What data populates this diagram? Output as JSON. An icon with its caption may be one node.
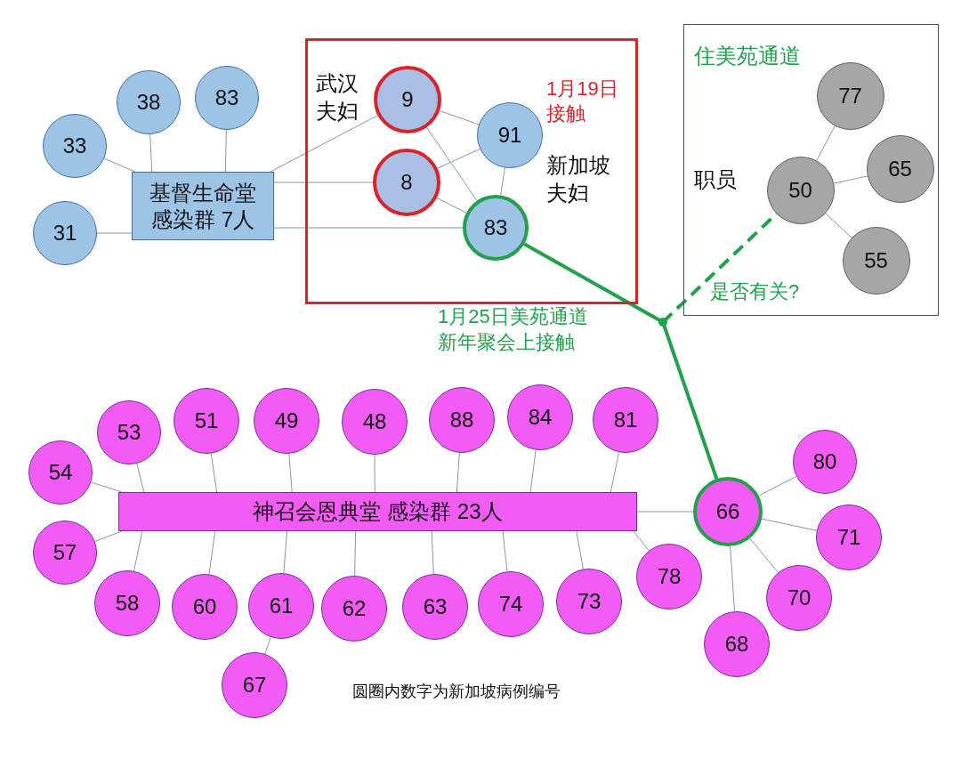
{
  "diagram": {
    "nodes": [
      {
        "text": [
          "1月19日接触"
        ]
      },
      {
        "text": [
          "9"
        ],
        "in": 0
      },
      {
        "text": [
          "8"
        ],
        "in": 0
      },
      {
        "text": [
          "91"
        ],
        "in": 0
      },
      {
        "text": [
          "83"
        ],
        "in": 0
      },
      {
        "text": [
          "基督生命堂感染群 7人"
        ]
      },
      {
        "text": [
          "33"
        ]
      },
      {
        "text": [
          "38"
        ]
      },
      {
        "text": [
          "83"
        ]
      },
      {
        "text": [
          "31"
        ]
      },
      {
        "text": [
          "住美苑通道"
        ]
      },
      {
        "text": [
          "77"
        ],
        "in": 10
      },
      {
        "text": [
          "50"
        ],
        "in": 10,
        "beside": [
          "职员"
        ]
      },
      {
        "text": [
          "65"
        ],
        "in": 10
      },
      {
        "text": [
          "55"
        ],
        "in": 10
      },
      {
        "text": [],
        "shape": "point"
      },
      {
        "text": [
          "神召会恩典堂 感染群 23人"
        ]
      },
      {
        "text": [
          "66"
        ]
      },
      {
        "text": [
          "53"
        ]
      },
      {
        "text": [
          "51"
        ]
      },
      {
        "text": [
          "49"
        ]
      },
      {
        "text": [
          "48"
        ]
      },
      {
        "text": [
          "88"
        ]
      },
      {
        "text": [
          "84"
        ]
      },
      {
        "text": [
          "81"
        ]
      },
      {
        "text": [
          "54"
        ]
      },
      {
        "text": [
          "57"
        ]
      },
      {
        "text": [
          "58"
        ]
      },
      {
        "text": [
          "60"
        ]
      },
      {
        "text": [
          "61"
        ]
      },
      {
        "text": [
          "62"
        ]
      },
      {
        "text": [
          "63"
        ]
      },
      {
        "text": [
          "74"
        ]
      },
      {
        "text": [
          "73"
        ]
      },
      {
        "text": [
          "78"
        ]
      },
      {
        "text": [
          "67"
        ]
      },
      {
        "text": [
          "80"
        ]
      },
      {
        "text": [
          "71"
        ]
      },
      {
        "text": [
          "70"
        ]
      },
      {
        "text": [
          "68"
        ]
      }
    ],
    "edges": [
      {
        "from": 5,
        "to": 6,
        "arrow": "none"
      },
      {
        "from": 5,
        "to": 7,
        "arrow": "none"
      },
      {
        "from": 5,
        "to": 8,
        "arrow": "none"
      },
      {
        "from": 5,
        "to": 9,
        "arrow": "none"
      },
      {
        "from": 5,
        "to": 1,
        "arrow": "none"
      },
      {
        "from": 5,
        "to": 2,
        "arrow": "none"
      },
      {
        "from": 5,
        "to": 4,
        "arrow": "none"
      },
      {
        "from": 1,
        "to": 3,
        "arrow": "none"
      },
      {
        "from": 1,
        "to": 4,
        "arrow": "none"
      },
      {
        "from": 2,
        "to": 3,
        "arrow": "none"
      },
      {
        "from": 2,
        "to": 4,
        "arrow": "none"
      },
      {
        "from": 3,
        "to": 4,
        "arrow": "none"
      },
      {
        "from": 12,
        "to": 11,
        "arrow": "none"
      },
      {
        "from": 12,
        "to": 13,
        "arrow": "none"
      },
      {
        "from": 12,
        "to": 14,
        "arrow": "none"
      },
      {
        "from": 4,
        "to": 15,
        "arrow": "none",
        "style": "thick",
        "color": "#22a04b",
        "label": "1月25日美苑通道新年聚会上接触"
      },
      {
        "from": 15,
        "to": 17,
        "arrow": "none",
        "style": "thick",
        "color": "#22a04b"
      },
      {
        "from": 15,
        "to": 12,
        "arrow": "none",
        "style": "dashed",
        "color": "#22a04b",
        "label": "是否有关?"
      },
      {
        "from": 16,
        "to": 18,
        "arrow": "none"
      },
      {
        "from": 16,
        "to": 19,
        "arrow": "none"
      },
      {
        "from": 16,
        "to": 20,
        "arrow": "none"
      },
      {
        "from": 16,
        "to": 21,
        "arrow": "none"
      },
      {
        "from": 16,
        "to": 22,
        "arrow": "none"
      },
      {
        "from": 16,
        "to": 23,
        "arrow": "none"
      },
      {
        "from": 16,
        "to": 24,
        "arrow": "none"
      },
      {
        "from": 16,
        "to": 25,
        "arrow": "none"
      },
      {
        "from": 16,
        "to": 26,
        "arrow": "none"
      },
      {
        "from": 16,
        "to": 27,
        "arrow": "none"
      },
      {
        "from": 16,
        "to": 28,
        "arrow": "none"
      },
      {
        "from": 16,
        "to": 29,
        "arrow": "none"
      },
      {
        "from": 16,
        "to": 30,
        "arrow": "none"
      },
      {
        "from": 16,
        "to": 31,
        "arrow": "none"
      },
      {
        "from": 16,
        "to": 32,
        "arrow": "none"
      },
      {
        "from": 16,
        "to": 33,
        "arrow": "none"
      },
      {
        "from": 16,
        "to": 34,
        "arrow": "none"
      },
      {
        "from": 29,
        "to": 35,
        "arrow": "none"
      },
      {
        "from": 16,
        "to": 17,
        "arrow": "none"
      },
      {
        "from": 17,
        "to": 36,
        "arrow": "none"
      },
      {
        "from": 17,
        "to": 37,
        "arrow": "none"
      },
      {
        "from": 17,
        "to": 38,
        "arrow": "none"
      },
      {
        "from": 17,
        "to": 39,
        "arrow": "none"
      }
    ],
    "labels": [
      "武汉夫妇",
      "新加坡夫妇",
      "圆圈内数字为新加坡病例编号"
    ]
  }
}
